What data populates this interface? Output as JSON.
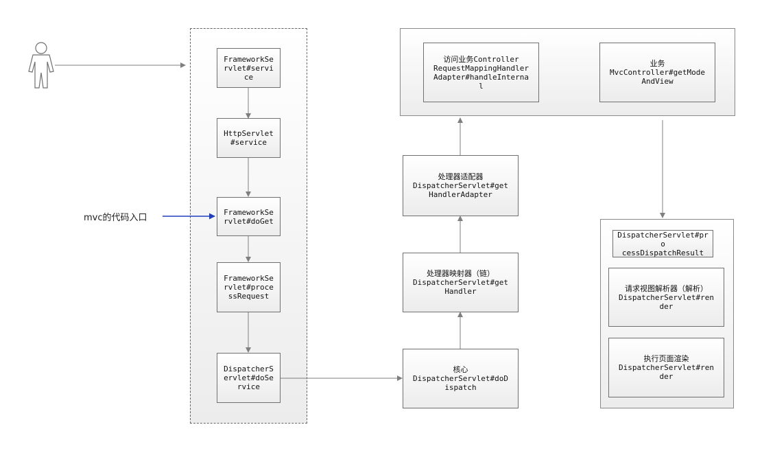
{
  "colors": {
    "line": "#7f7f7f",
    "entry_arrow": "#1f3fbf",
    "box_border": "#6f6f6f"
  },
  "actor": {
    "icon": "user-actor-icon"
  },
  "entry_label": "mvc的代码入口",
  "servlet_chain": [
    {
      "id": "framework-service",
      "text": "FrameworkSe\nrvlet#servi\nce"
    },
    {
      "id": "http-service",
      "text": "HttpServlet\n#service"
    },
    {
      "id": "framework-doget",
      "text": "FrameworkSe\nrvlet#doGet"
    },
    {
      "id": "framework-process",
      "text": "FrameworkSe\nrvlet#proce\nssRequest"
    },
    {
      "id": "dispatcher-doservice",
      "text": "DispatcherS\nervlet#doSe\nrvice"
    }
  ],
  "dispatch_chain": [
    {
      "id": "dodispatch",
      "text": "核心\nDispatcherServlet#doD\nispatch"
    },
    {
      "id": "gethandler",
      "text": "处理器映射器（链）\nDispatcherServlet#get\nHandler"
    },
    {
      "id": "gethandleradapter",
      "text": "处理器适配器\nDispatcherServlet#get\nHandlerAdapter"
    }
  ],
  "controller_group": [
    {
      "id": "handle-internal",
      "text": "访问业务Controller\nRequestMappingHandler\nAdapter#handleInterna\nl"
    },
    {
      "id": "get-model-view",
      "text": "业务\nMvcController#getMode\nAndView"
    }
  ],
  "result_group": [
    {
      "id": "process-dispatch-result",
      "text": "DispatcherServlet#pro\ncessDispatchResult"
    },
    {
      "id": "render-view-resolver",
      "text": "请求视图解析器（解析）\nDispatcherServlet#ren\nder"
    },
    {
      "id": "render-page",
      "text": "执行页面渲染\nDispatcherServlet#ren\nder"
    }
  ]
}
